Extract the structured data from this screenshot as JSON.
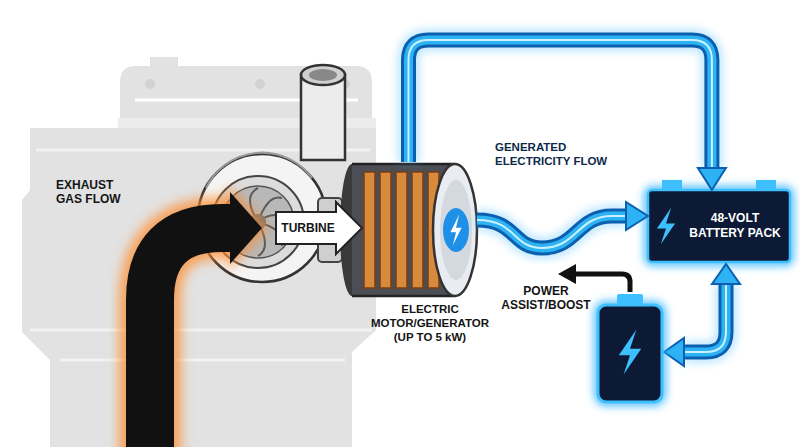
{
  "diagram": {
    "nodes": [
      {
        "text": [
          "ELECTRIC MOTOR/GENERATOR (UP TO 5 kW)"
        ]
      },
      {
        "text": [
          "48-VOLT BATTERY PACK"
        ]
      }
    ],
    "edges": [
      {
        "from": 0,
        "to": 1,
        "arrow": "to"
      },
      {
        "from": 0,
        "to": 1,
        "arrow": "to",
        "label": "GENERATED ELECTRICITY FLOW"
      }
    ],
    "labels": [
      "EXHAUST GAS FLOW",
      "TURBINE",
      "POWER ASSIST/BOOST"
    ]
  }
}
